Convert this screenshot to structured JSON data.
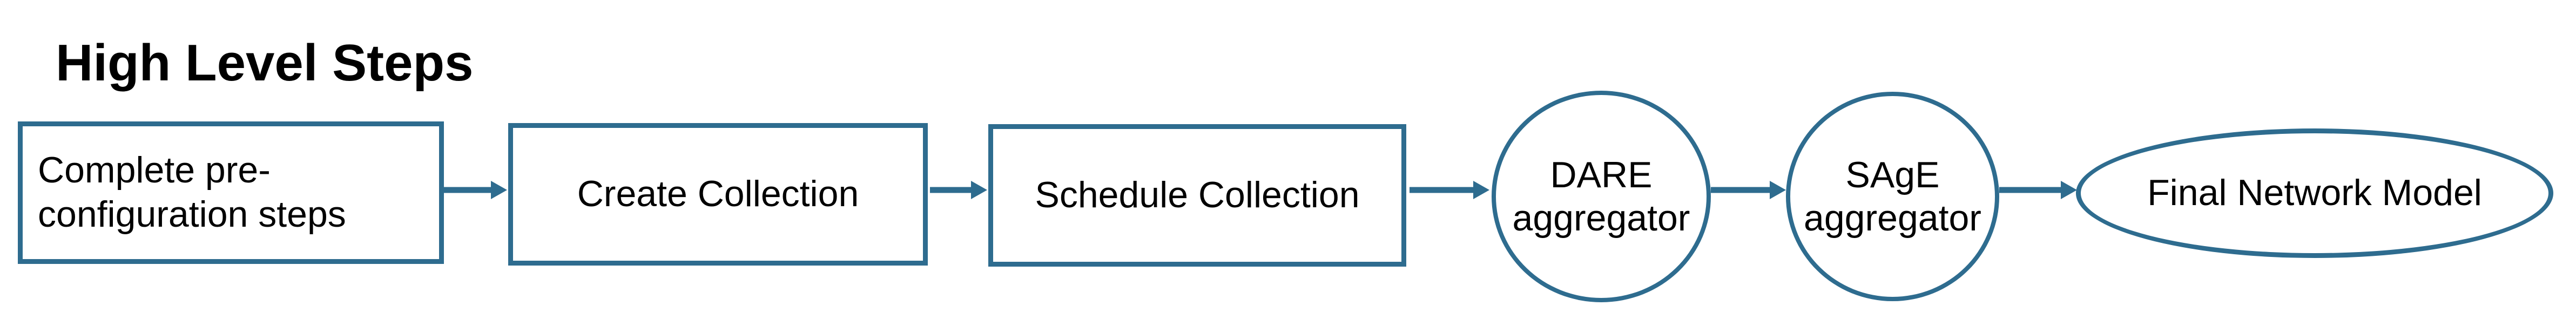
{
  "title": "High Level Steps",
  "colors": {
    "accent": "#2e6c8f",
    "text": "#000000",
    "background": "#ffffff",
    "node_fill": "#ffffff"
  },
  "flow": {
    "nodes": [
      {
        "id": "complete-pre-configuration",
        "shape": "rectangle",
        "label": "Complete pre-\nconfiguration steps"
      },
      {
        "id": "create-collection",
        "shape": "rectangle",
        "label": "Create Collection"
      },
      {
        "id": "schedule-collection",
        "shape": "rectangle",
        "label": "Schedule Collection"
      },
      {
        "id": "dare-aggregator",
        "shape": "circle",
        "label": "DARE\naggregator"
      },
      {
        "id": "sage-aggregator",
        "shape": "circle",
        "label": "SAgE\naggregator"
      },
      {
        "id": "final-network-model",
        "shape": "ellipse",
        "label": "Final Network Model"
      }
    ],
    "connector_icon": "arrow-right-icon",
    "connector_count": 5
  }
}
